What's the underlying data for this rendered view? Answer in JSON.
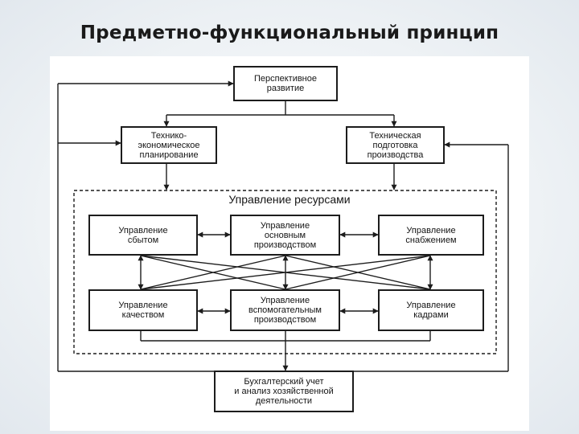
{
  "title": "Предметно-функциональный принцип",
  "group_title": "Управление ресурсами",
  "boxes": {
    "perspective": "Перспективное\nразвитие",
    "techeco": "Технико-\nэкономическое\nпланирование",
    "techprep": "Техническая\nподготовка\nпроизводства",
    "sales": "Управление\nсбытом",
    "mainprod": "Управление\nосновным\nпроизводством",
    "supply": "Управление\nснабжением",
    "quality": "Управление\nкачеством",
    "auxprod": "Управление\nвспомогательным\nпроизводством",
    "hr": "Управление\nкадрами",
    "accounting": "Бухгалтерский учет\nи анализ хозяйственной\nдеятельности"
  }
}
